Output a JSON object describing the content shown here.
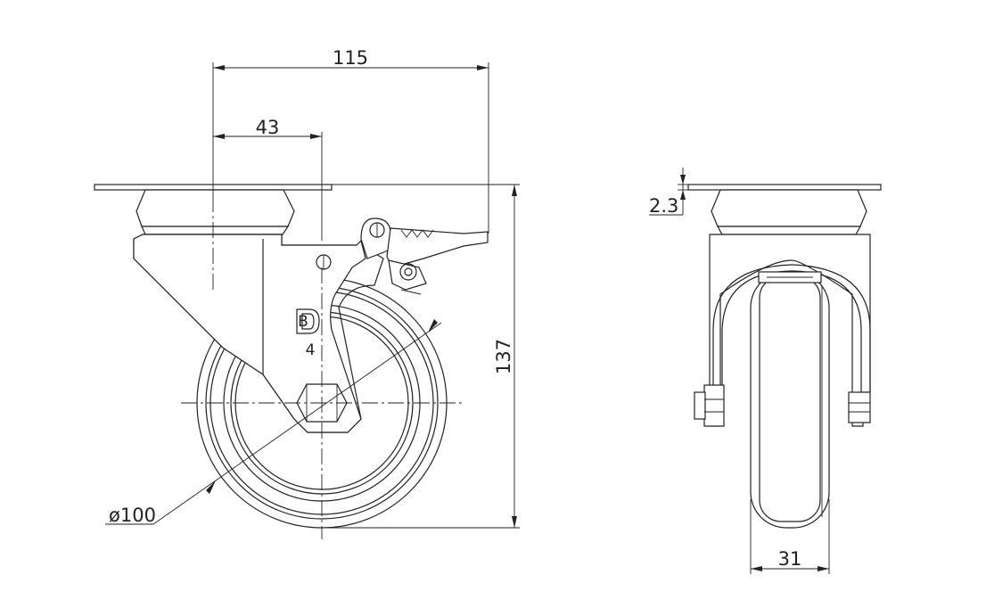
{
  "dimensions": {
    "overall_width": "115",
    "offset": "43",
    "height": "137",
    "plate_thickness": "2.3",
    "wheel_diameter": "ø100",
    "wheel_width": "31"
  },
  "marks": {
    "brand_letter": "B",
    "size_code": "4"
  }
}
